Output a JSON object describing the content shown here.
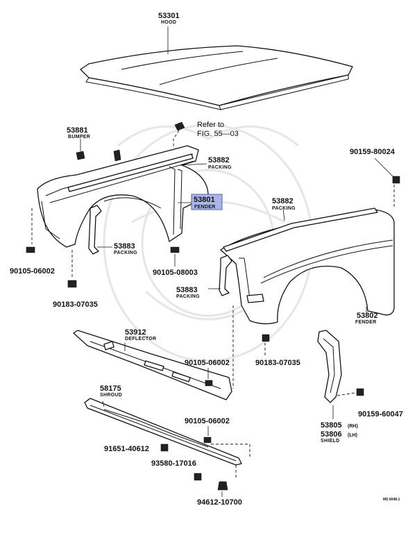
{
  "parts": {
    "hood": {
      "number": "53301",
      "name": "HOOD"
    },
    "refer": {
      "line1": "Refer to",
      "line2": "FIG. 55—03"
    },
    "bumper": {
      "number": "53881",
      "name": "BUMPER"
    },
    "packing_left_top": {
      "number": "53882",
      "name": "PACKING"
    },
    "fender_left": {
      "number": "53801",
      "name": "FENDER"
    },
    "packing_left_low": {
      "number": "53883",
      "name": "PACKING"
    },
    "bolt_left_a": {
      "number": "90105-06002"
    },
    "bolt_left_b": {
      "number": "90105-08003"
    },
    "clip_left": {
      "number": "90183-07035"
    },
    "screw_right_top": {
      "number": "90159-80024"
    },
    "packing_right_top": {
      "number": "53882",
      "name": "PACKING"
    },
    "packing_right_low": {
      "number": "53883",
      "name": "PACKING"
    },
    "fender_right": {
      "number": "53802",
      "name": "FENDER"
    },
    "deflector": {
      "number": "53912",
      "name": "DEFLECTOR"
    },
    "bolt_deflector": {
      "number": "90105-06002"
    },
    "clip_right": {
      "number": "90183-07035"
    },
    "shroud": {
      "number": "58175",
      "name": "SHROUD"
    },
    "screw_shield": {
      "number": "90159-60047"
    },
    "shield": {
      "number_rh": "53805",
      "rh": "(RH)",
      "number_lh": "53806",
      "lh": "(LH)",
      "name": "SHIELD"
    },
    "bolt_shroud": {
      "number": "90105-06002"
    },
    "nut_shroud": {
      "number": "91651-40612"
    },
    "clip_shroud": {
      "number": "93580-17016"
    },
    "grommet": {
      "number": "94612-10700"
    }
  },
  "footer": {
    "code": "MS 6048-1"
  },
  "highlight_color": "#a9b6e6"
}
